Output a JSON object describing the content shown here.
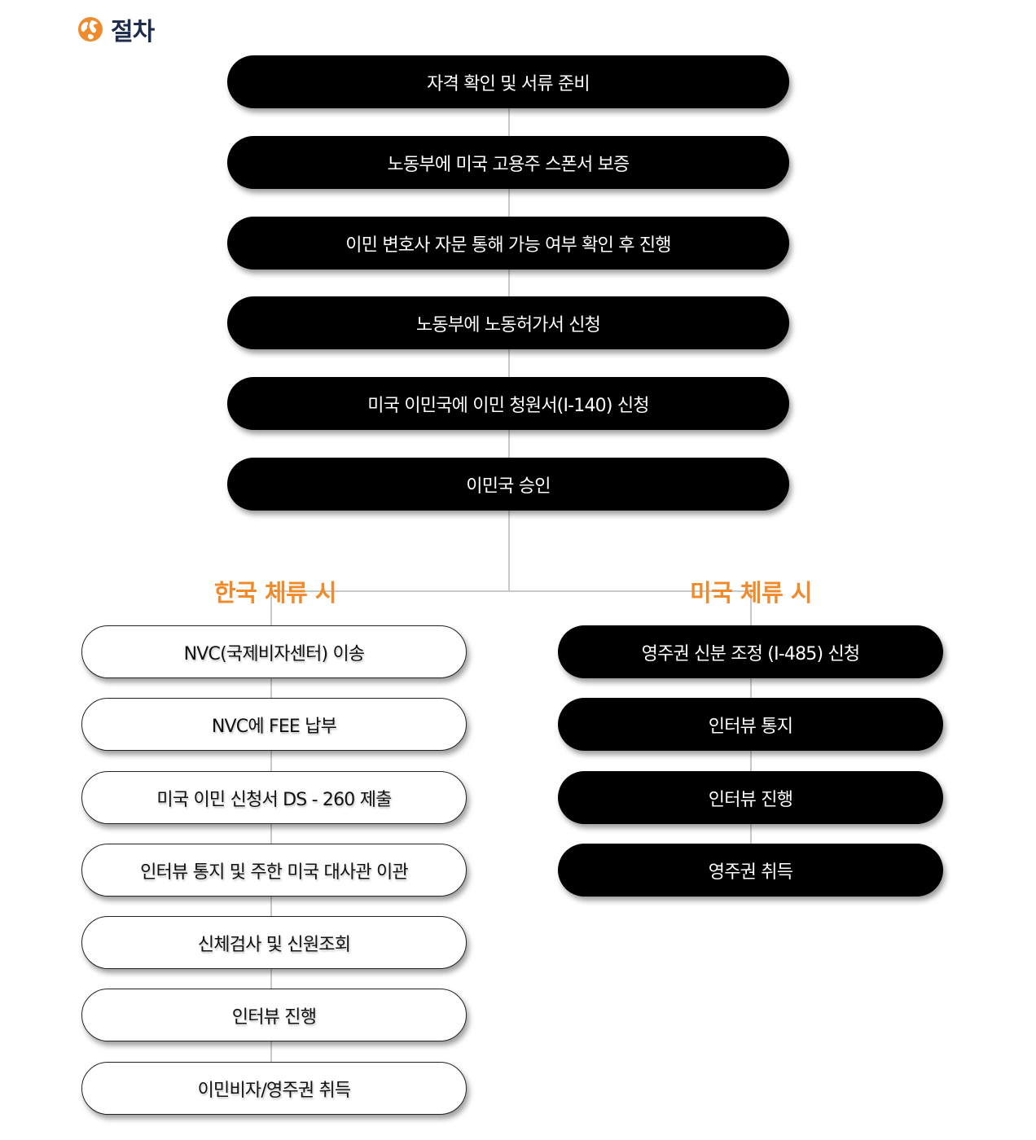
{
  "header": {
    "icon": "globe-icon",
    "title": "절차"
  },
  "main_flow": [
    "자격 확인 및 서류 준비",
    "노동부에 미국 고용주 스폰서 보증",
    "이민 변호사 자문 통해 가능 여부 확인 후 진행",
    "노동부에 노동허가서 신청",
    "미국 이민국에 이민 청원서(I-140) 신청",
    "이민국 승인"
  ],
  "branch_korea": {
    "label": "한국 체류 시",
    "steps": [
      "NVC(국제비자센터) 이송",
      "NVC에 FEE 납부",
      "미국 이민 신청서 DS - 260 제출",
      "인터뷰 통지 및 주한 미국 대사관 이관",
      "신체검사 및 신원조회",
      "인터뷰 진행",
      "이민비자/영주권 취득"
    ]
  },
  "branch_usa": {
    "label": "미국 체류 시",
    "steps": [
      "영주권 신분 조정 (I-485) 신청",
      "인터뷰 통지",
      "인터뷰 진행",
      "영주권 취득"
    ]
  },
  "colors": {
    "accent": "#ef8b2c",
    "title": "#1f2d4d",
    "dark_box": "#000000",
    "connector": "#c9c9c9"
  }
}
